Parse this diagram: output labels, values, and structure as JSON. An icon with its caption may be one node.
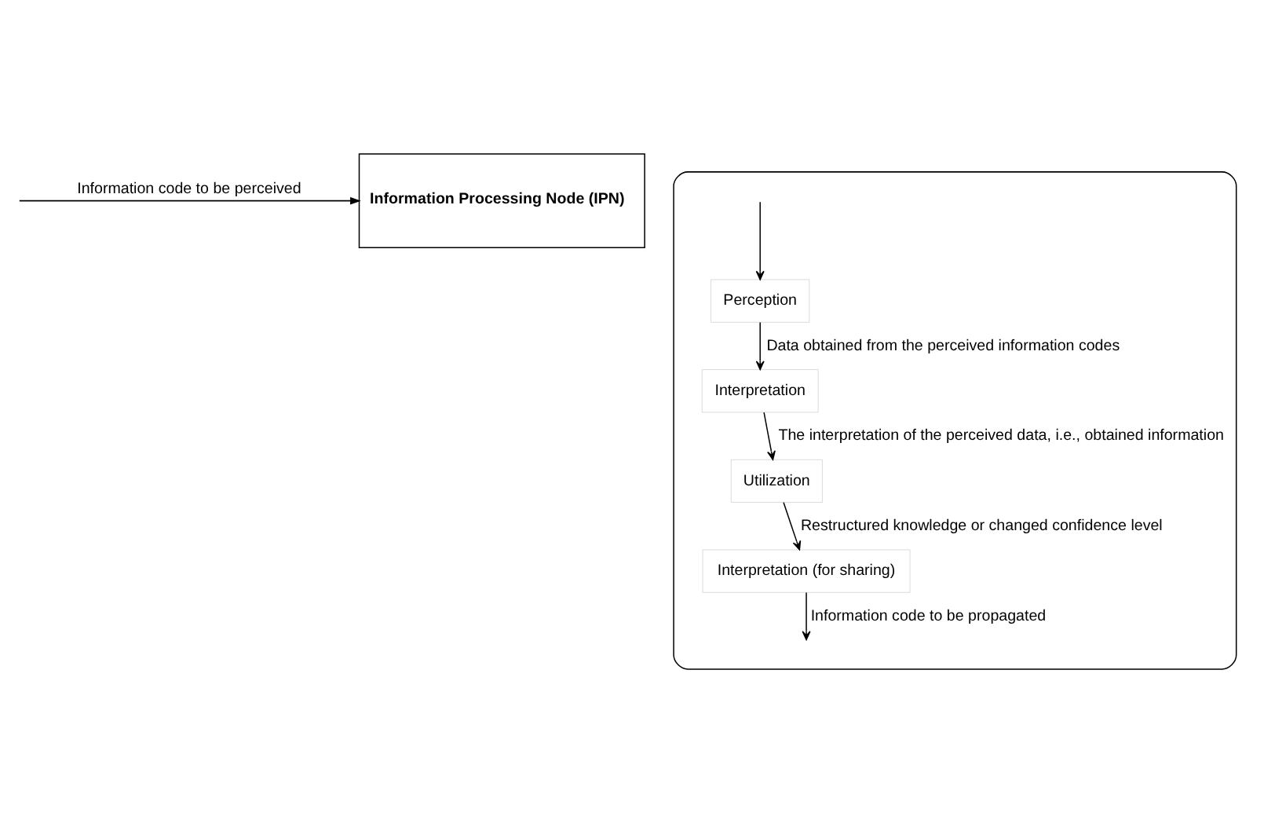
{
  "diagram": {
    "nodes": [
      {
        "text": [
          "Information Processing Node (IPN)"
        ]
      },
      {
        "text": [],
        "shape": "cloud"
      },
      {
        "text": [
          "Perception"
        ],
        "in": 1
      },
      {
        "text": [
          "Interpretation"
        ],
        "in": 1
      },
      {
        "text": [
          "Utilization"
        ],
        "in": 1
      },
      {
        "text": [
          "Interpretation (for sharing)"
        ],
        "in": 1
      }
    ],
    "edges": [
      {
        "from": null,
        "to": 0,
        "arrow": "to",
        "label": "Information code to be perceived"
      },
      {
        "from": null,
        "to": 2,
        "arrow": "to"
      },
      {
        "from": 2,
        "to": 3,
        "arrow": "to",
        "label": "Data obtained from the perceived information codes"
      },
      {
        "from": 3,
        "to": 4,
        "arrow": "to",
        "label": "The interpretation of the perceived data, i.e., obtained information"
      },
      {
        "from": 4,
        "to": 5,
        "arrow": "to",
        "label": "Restructured knowledge or changed confidence level"
      },
      {
        "from": 5,
        "to": null,
        "arrow": "to",
        "label": "Information code to be propagated"
      }
    ]
  }
}
